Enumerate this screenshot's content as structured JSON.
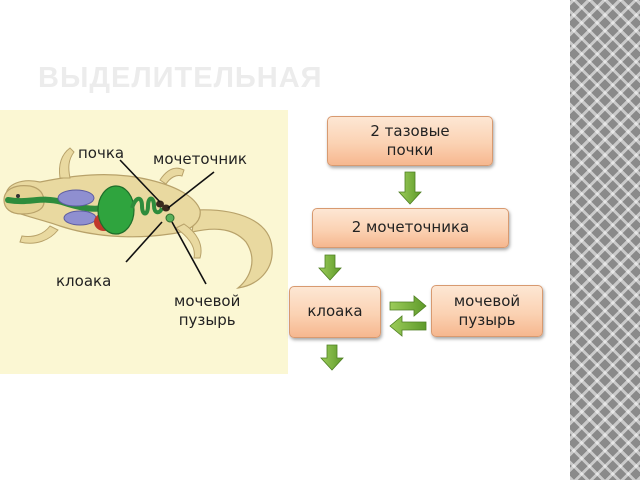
{
  "slide": {
    "title": "ВЫДЕЛИТЕЛЬНАЯ"
  },
  "illustration": {
    "labels": {
      "kidney": "почка",
      "ureter": "мочеточник",
      "cloaca": "клоака",
      "bladder_line1": "мочевой",
      "bladder_line2": "пузырь"
    }
  },
  "flowchart": {
    "pelvic_kidneys_line1": "2 тазовые",
    "pelvic_kidneys_line2": "почки",
    "ureters": "2 мочеточника",
    "cloaca": "клоака",
    "bladder_line1": "мочевой",
    "bladder_line2": "пузырь"
  },
  "colors": {
    "arrow_green": "#7bb03a",
    "box_fill": "#fbd2b3",
    "background_pattern": "#8a8a8a"
  }
}
